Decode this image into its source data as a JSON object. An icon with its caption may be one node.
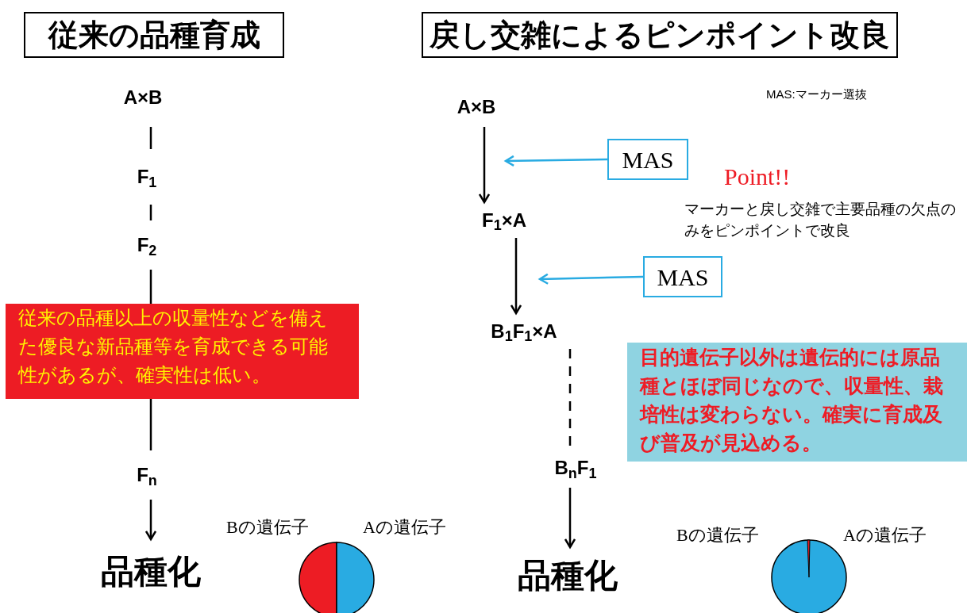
{
  "diagram": {
    "nodes": [
      {
        "text": [
          "従来の品種育成"
        ]
      },
      {
        "text": [
          "戻し交雑によるピンポイント改良"
        ]
      },
      {
        "text": [
          "A×B"
        ]
      },
      {
        "text": [
          "F$_{1}$"
        ]
      },
      {
        "text": [
          "F$_{2}$"
        ]
      },
      {
        "text": [
          "従来の品種以上の収量性などを備えた優良な新品種等を育成できる可能性があるが、確実性は低い。"
        ]
      },
      {
        "text": [
          "F$_{n}$"
        ]
      },
      {
        "text": [
          "品種化"
        ]
      },
      {
        "text": [
          "A×B"
        ]
      },
      {
        "text": [
          "F$_{1}$×A"
        ]
      },
      {
        "text": [
          "B$_{1}$F$_{1}$×A"
        ]
      },
      {
        "text": [
          "B$_{n}$F$_{1}$"
        ]
      },
      {
        "text": [
          "品種化"
        ]
      },
      {
        "text": [
          "MAS"
        ]
      },
      {
        "text": [
          "MAS"
        ]
      },
      {
        "text": [
          "目的遺伝子以外は遺伝的には原品種とほぼ同じなので、収量性、栽培性は変わらない。確実に育成及び普及が見込める。"
        ]
      }
    ],
    "edges": [
      {
        "from": 2,
        "to": 3,
        "arrow": "none"
      },
      {
        "from": 3,
        "to": 4,
        "arrow": "none"
      },
      {
        "from": 4,
        "to": 5,
        "arrow": "none"
      },
      {
        "from": 5,
        "to": 6,
        "arrow": "none"
      },
      {
        "from": 6,
        "to": 7,
        "arrow": "to"
      },
      {
        "from": 8,
        "to": 9,
        "arrow": "to"
      },
      {
        "from": 9,
        "to": 10,
        "arrow": "to"
      },
      {
        "from": 10,
        "to": 11,
        "arrow": "none",
        "style": "dashed"
      },
      {
        "from": 11,
        "to": 12,
        "arrow": "to"
      },
      {
        "from": 13,
        "to": null,
        "arrow": "to",
        "color": "#29abe2"
      },
      {
        "from": 14,
        "to": null,
        "arrow": "to",
        "color": "#29abe2"
      }
    ],
    "labels": [
      "MAS:マーカー選抜",
      "Point!!",
      "マーカーと戻し交雑で主要品種の欠点のみをピンポイントで改良",
      "Bの遺伝子",
      "Aの遺伝子",
      "Bの遺伝子",
      "Aの遺伝子"
    ]
  }
}
